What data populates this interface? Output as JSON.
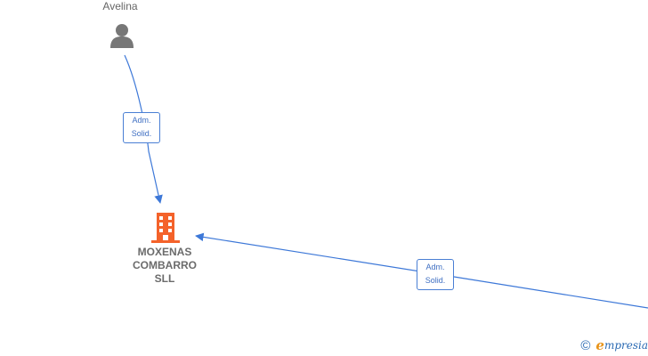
{
  "nodes": {
    "person": {
      "name": "Avelina",
      "icon": "person-icon"
    },
    "company": {
      "name_lines": [
        "MOXENAS",
        "COMBARRO",
        "SLL"
      ],
      "icon": "building-icon",
      "color": "#f4622a"
    }
  },
  "edges": [
    {
      "from": "person",
      "to": "company",
      "role_lines": [
        "Adm.",
        "Solid."
      ]
    },
    {
      "from": "offscreen-right",
      "to": "company",
      "role_lines": [
        "Adm.",
        "Solid."
      ]
    }
  ],
  "colors": {
    "edge": "#3d78d8",
    "label_text": "#3f6fc2",
    "node_text": "#6b6b6b",
    "person_icon": "#777777"
  },
  "watermark": {
    "copyright_symbol": "©",
    "brand_initial": "e",
    "brand_rest": "mpresia"
  }
}
